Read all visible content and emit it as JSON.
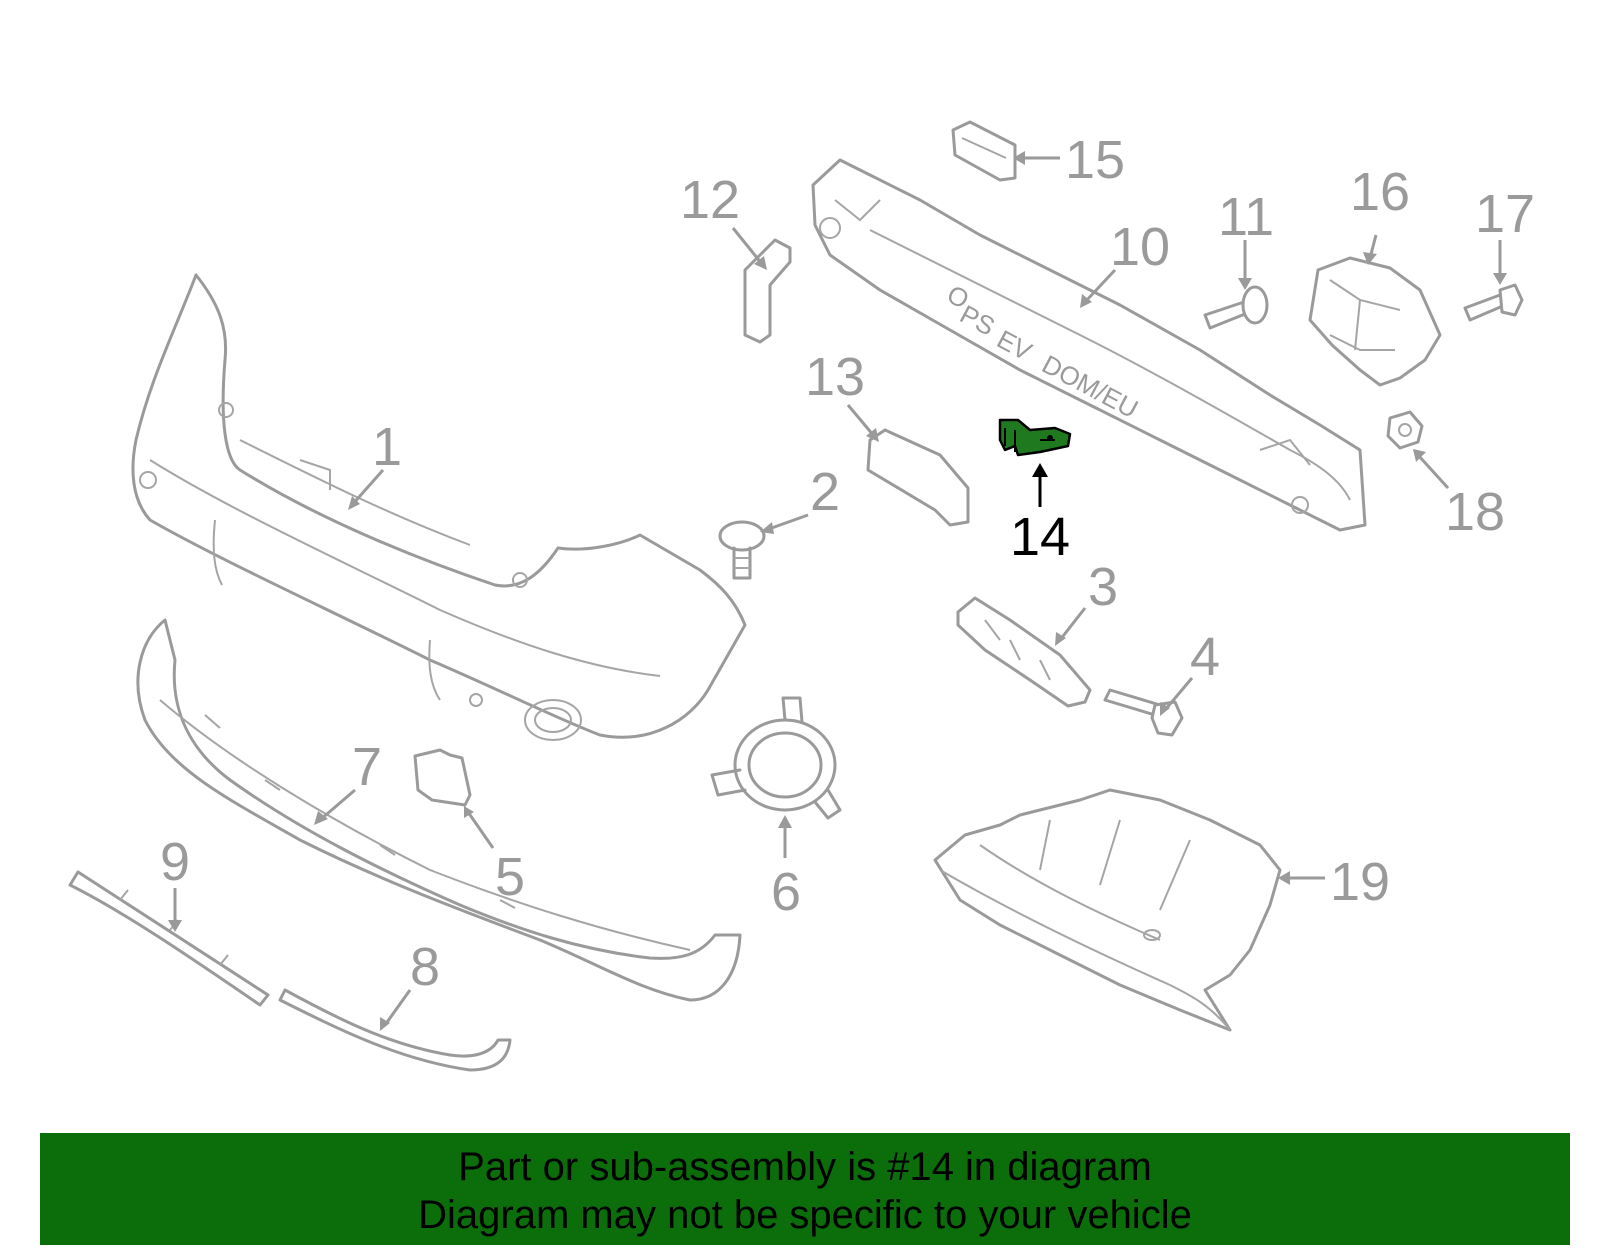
{
  "diagram": {
    "highlight_part": "14",
    "highlight_color": "#1f7a1f",
    "line_color": "#9a9a9a",
    "stamp_text": [
      "O",
      "PS",
      "EV",
      "DOM/EU"
    ],
    "callouts": {
      "c1": "1",
      "c2": "2",
      "c3": "3",
      "c4": "4",
      "c5": "5",
      "c6": "6",
      "c7": "7",
      "c8": "8",
      "c9": "9",
      "c10": "10",
      "c11": "11",
      "c12": "12",
      "c13": "13",
      "c14": "14",
      "c15": "15",
      "c16": "16",
      "c17": "17",
      "c18": "18",
      "c19": "19"
    }
  },
  "banner": {
    "line1": "Part or sub-assembly is #14 in diagram",
    "line2": "Diagram may not be specific to your vehicle",
    "background": "#0b6e0b"
  }
}
